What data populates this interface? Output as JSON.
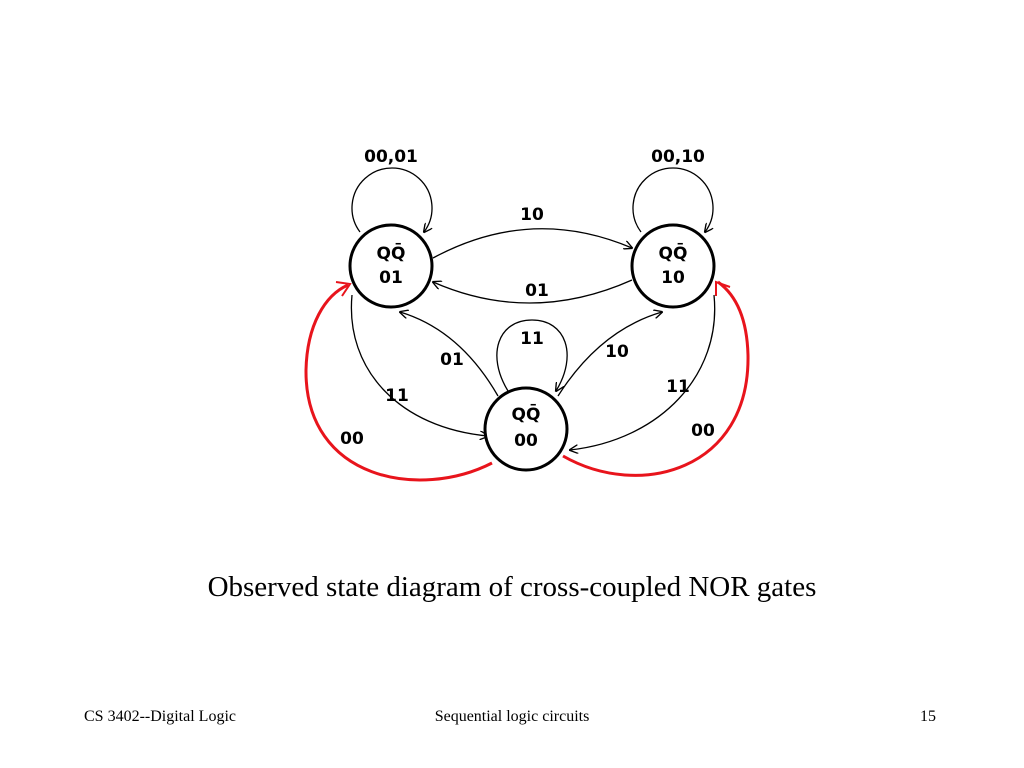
{
  "diagram": {
    "states": [
      {
        "id": "s01",
        "label_top": "QQ̄",
        "label_bottom": "01"
      },
      {
        "id": "s10",
        "label_top": "QQ̄",
        "label_bottom": "10"
      },
      {
        "id": "s00",
        "label_top": "QQ̄",
        "label_bottom": "00"
      }
    ],
    "transitions": [
      {
        "from": "01",
        "to": "01",
        "label": "00,01",
        "color": "#000000"
      },
      {
        "from": "10",
        "to": "10",
        "label": "00,10",
        "color": "#000000"
      },
      {
        "from": "00",
        "to": "00",
        "label": "11",
        "color": "#000000"
      },
      {
        "from": "01",
        "to": "10",
        "label": "10",
        "color": "#000000"
      },
      {
        "from": "10",
        "to": "01",
        "label": "01",
        "color": "#000000"
      },
      {
        "from": "00",
        "to": "01",
        "label": "01",
        "color": "#000000"
      },
      {
        "from": "00",
        "to": "10",
        "label": "10",
        "color": "#000000"
      },
      {
        "from": "01",
        "to": "00",
        "label": "11",
        "color": "#000000"
      },
      {
        "from": "10",
        "to": "00",
        "label": "11",
        "color": "#000000"
      },
      {
        "from": "00",
        "to": "01",
        "label": "00",
        "color": "#e8141c"
      },
      {
        "from": "00",
        "to": "10",
        "label": "00",
        "color": "#e8141c"
      }
    ],
    "colors": {
      "normal": "#000000",
      "highlight": "#e8141c"
    }
  },
  "caption": "Observed state diagram of cross-coupled NOR gates",
  "footer": {
    "left": "CS 3402--Digital Logic",
    "center": "Sequential logic circuits",
    "right": "15"
  }
}
